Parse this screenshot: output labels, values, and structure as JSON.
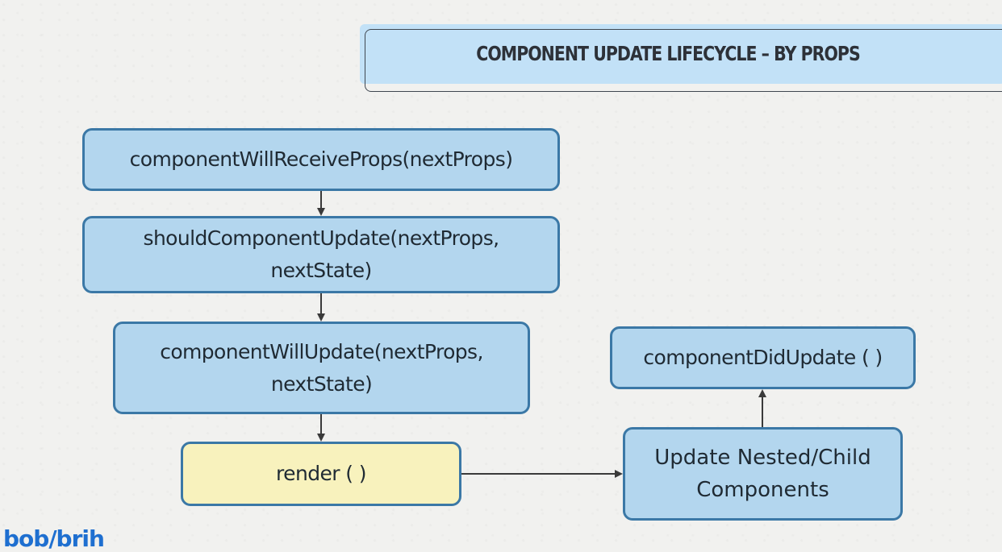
{
  "slide": {
    "title": "COMPONENT UPDATE LIFECYCLE – BY PROPS"
  },
  "nodes": {
    "will_receive_props": "componentWillReceiveProps(nextProps)",
    "should_update_line1": "shouldComponentUpdate(nextProps,",
    "should_update_line2": "nextState)",
    "will_update_line1": "componentWillUpdate(nextProps,",
    "will_update_line2": "nextState)",
    "render": "render ( )",
    "did_update": "componentDidUpdate ( )",
    "update_children_line1": "Update Nested/Child",
    "update_children_line2": "Components"
  },
  "branding": {
    "logo_text": "bob/brih"
  },
  "colors": {
    "node_fill": "#b3d6ee",
    "node_border": "#3b78a6",
    "render_fill": "#f8f2bd",
    "title_fill": "#c2e1f7",
    "arrow": "#3a3a3a"
  }
}
